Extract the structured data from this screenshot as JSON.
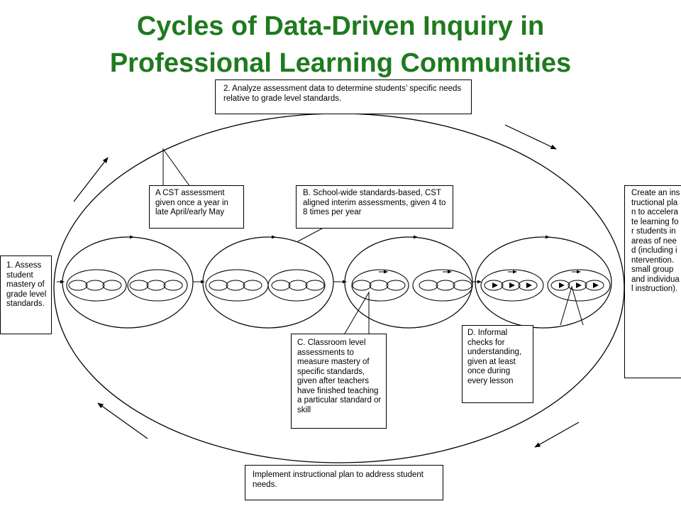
{
  "title": {
    "line1": "Cycles of Data-Driven Inquiry in",
    "line2": "Professional Learning Communities"
  },
  "steps": {
    "assess": "1. Assess student mastery of grade level standards.",
    "analyze": " 2. Analyze assessment data to determine students’ specific needs relative to grade level standards.",
    "plan": "Create an instructional plan to accelerate learning for students in areas of need (including intervention. small group and individual instruction).",
    "implement": "Implement instructional plan to address student needs."
  },
  "assessments": {
    "a": "A CST assessment given once a year in late April/early May",
    "b": "B. School-wide standards-based, CST aligned interim assessments, given 4 to 8 times per year",
    "c": "C. Classroom level assessments to measure mastery of specific standards, given after teachers have finished teaching a particular standard or skill",
    "d": "D. Informal checks for understanding, given at least once during every lesson"
  },
  "colors": {
    "title": "#1f7a1f",
    "line": "#000000",
    "background": "#ffffff"
  }
}
